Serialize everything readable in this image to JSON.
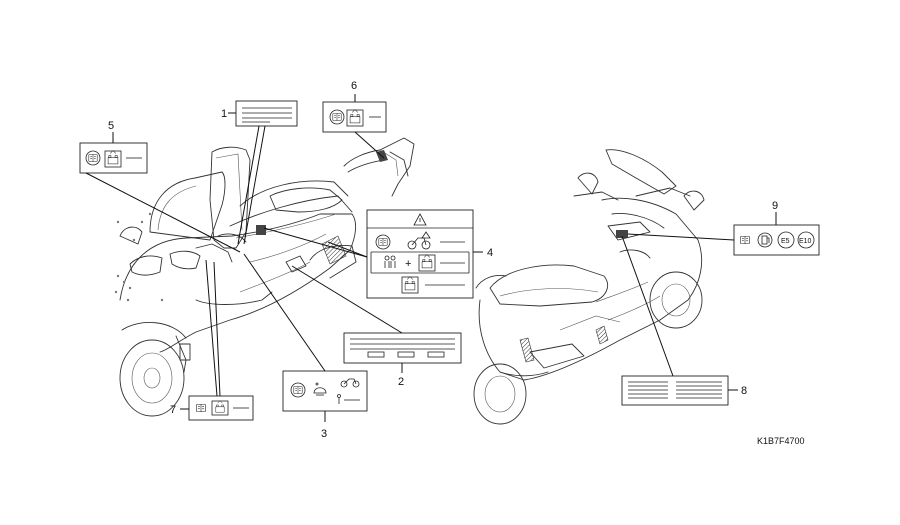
{
  "callouts": [
    {
      "id": "1",
      "text": "1"
    },
    {
      "id": "2",
      "text": "2"
    },
    {
      "id": "3",
      "text": "3"
    },
    {
      "id": "4",
      "text": "4"
    },
    {
      "id": "5",
      "text": "5"
    },
    {
      "id": "6",
      "text": "6"
    },
    {
      "id": "7",
      "text": "7"
    },
    {
      "id": "8",
      "text": "8"
    },
    {
      "id": "9",
      "text": "9"
    }
  ],
  "label9": {
    "fuel_a": "E5",
    "fuel_b": "E10"
  },
  "diagram_code": "K1B7F4700",
  "icons": {
    "manual": "book-icon",
    "battery": "battery-icon",
    "warning": "warning-triangle-icon",
    "rider": "rider-icon",
    "motorcycle": "motorcycle-icon",
    "helmet": "helmet-icon",
    "fuel": "fuel-pump-icon"
  }
}
